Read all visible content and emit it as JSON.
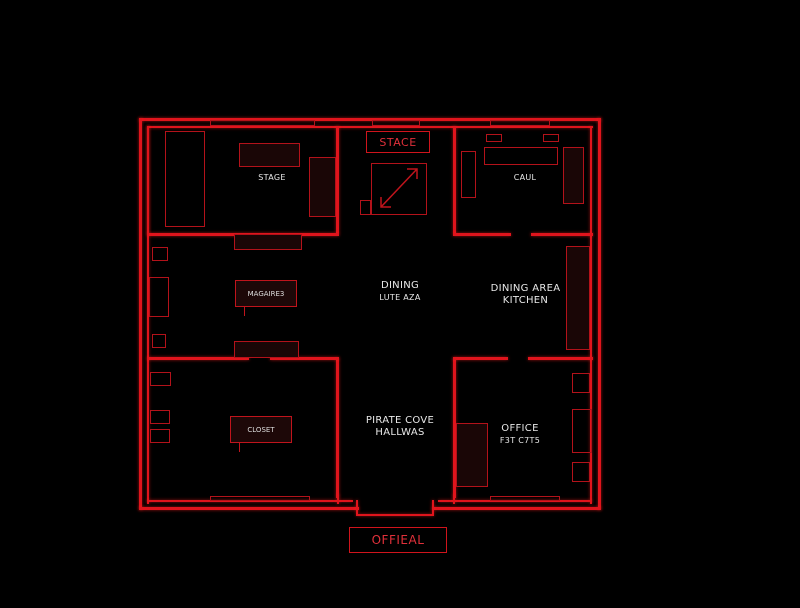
{
  "floor_plan": {
    "colors": {
      "wall": "#e0141c",
      "furniture": "#b3121a",
      "background": "#000000",
      "text": "#e8e8e8"
    },
    "rooms": [
      {
        "id": "top-left",
        "label": "STAGE"
      },
      {
        "id": "top-center",
        "label": "STACE"
      },
      {
        "id": "top-right",
        "label": "CAUL"
      },
      {
        "id": "middle-left",
        "label": "MAGAIRE3"
      },
      {
        "id": "middle-center",
        "line1": "DINING",
        "line2": "LUTE AZA"
      },
      {
        "id": "middle-right",
        "line1": "DINING AREA",
        "line2": "KITCHEN"
      },
      {
        "id": "bottom-left",
        "label": "CLOSET"
      },
      {
        "id": "bottom-center",
        "line1": "PIRATE COVE",
        "line2": "HALLWAS"
      },
      {
        "id": "bottom-right",
        "line1": "OFFICE",
        "line2": "F3T C7T5"
      }
    ],
    "entrance": {
      "label": "OFFIEAL"
    }
  }
}
